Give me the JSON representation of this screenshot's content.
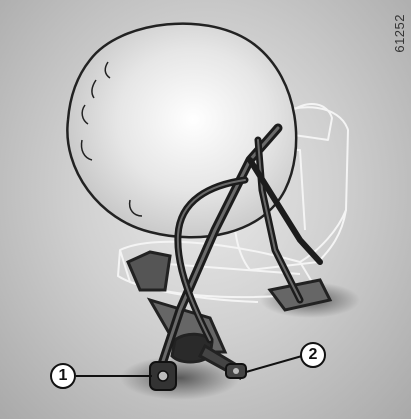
{
  "figure": {
    "reference_code": "61252",
    "callouts": [
      {
        "label": "1"
      },
      {
        "label": "2"
      }
    ]
  },
  "colors": {
    "background_dark": "#a9a9a9",
    "background_light": "#e9e9e9",
    "airbag_fill": "#dcdcdc",
    "outline": "#222222",
    "seat_outline": "#f4f4f4"
  }
}
